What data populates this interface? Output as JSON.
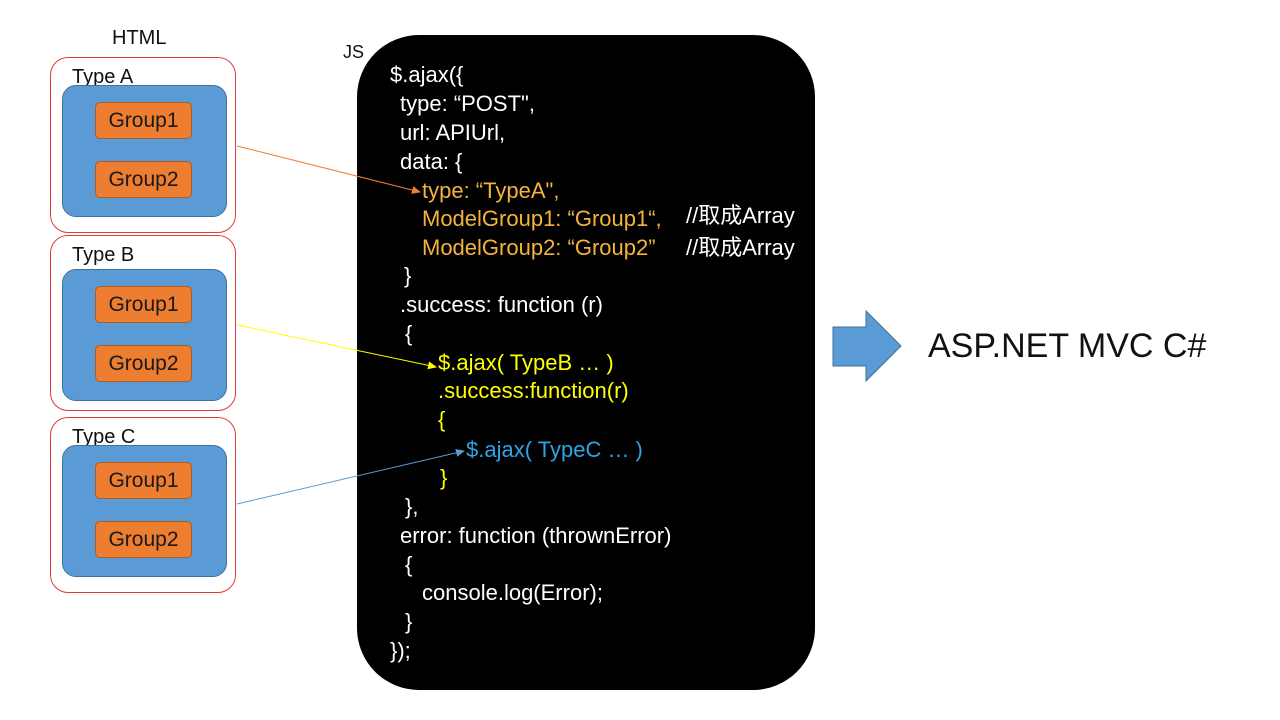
{
  "labels": {
    "html": "HTML",
    "js": "JS"
  },
  "type_boxes": [
    {
      "title": "Type A",
      "groups": [
        "Group1",
        "Group2"
      ]
    },
    {
      "title": "Type B",
      "groups": [
        "Group1",
        "Group2"
      ]
    },
    {
      "title": "Type C",
      "groups": [
        "Group1",
        "Group2"
      ]
    }
  ],
  "code": {
    "lines": [
      "$.ajax({",
      "type: “POST\",",
      "url: APIUrl,",
      "data: {",
      "type: “TypeA\",",
      "ModelGroup1: “Group1“,",
      "ModelGroup2: “Group2”",
      "}",
      ".success: function (r)",
      "{",
      "$.ajax( TypeB … )",
      ".success:function(r)",
      "{",
      "$.ajax( TypeC … )",
      "}",
      "},",
      "error: function (thrownError)",
      "{",
      "console.log(Error);",
      "}",
      "});"
    ],
    "comments": [
      "//取成Array",
      "//取成Array"
    ]
  },
  "target_label": "ASP.NET MVC C#",
  "colors": {
    "code_orange": "#F4B43C",
    "code_yellow": "#FFFF00",
    "code_blue": "#2FA3E6",
    "code_white": "#FFFFFF",
    "type_box_border": "#E23B3B",
    "inner_box_fill": "#5B9BD5",
    "group_box_fill": "#ED7D31",
    "panel_background": "#000000",
    "arrow_type_a": "#ED7D31",
    "arrow_type_b": "#FFFF00",
    "arrow_type_c": "#5B9BD5",
    "block_arrow": "#5B9BD5"
  }
}
